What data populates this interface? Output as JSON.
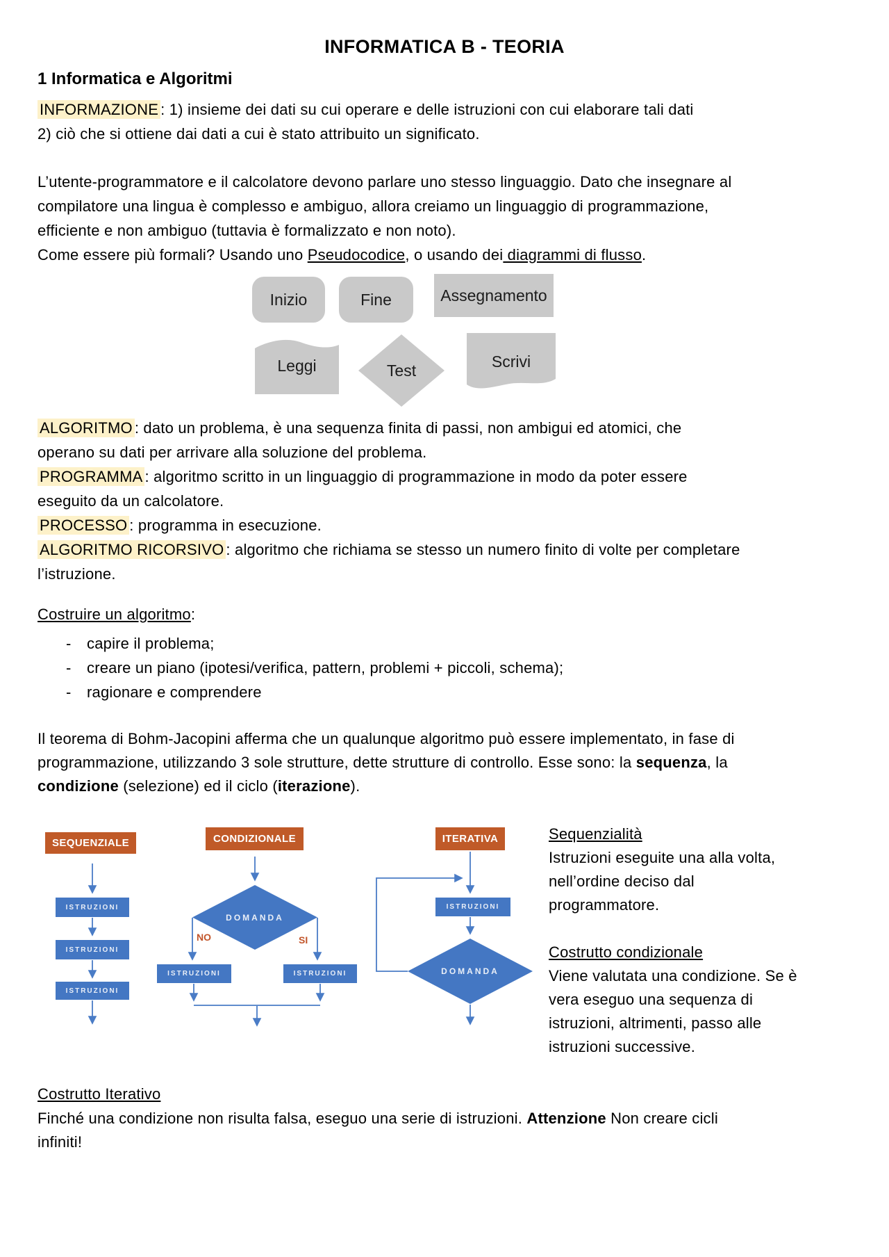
{
  "page": {
    "title": "INFORMATICA B - TEORIA",
    "section_heading": "1 Informatica e Algoritmi"
  },
  "colors": {
    "highlight": "#fdf1c9",
    "diagram_orange": "#c05a28",
    "diagram_blue": "#4477c3",
    "arrow_blue": "#4a7cc6",
    "symbol_gray": "#c9c9c9",
    "branch_label_orange": "#c2552a"
  },
  "informazione": {
    "term": "INFORMAZIONE",
    "def_part1": ": 1) insieme dei dati su cui operare e delle istruzioni con cui elaborare tali dati",
    "def_part2": "2) ciò che si ottiene dai dati a cui è stato attribuito un significato."
  },
  "language_paragraph": {
    "lines": [
      "L’utente-programmatore e il calcolatore devono parlare uno stesso linguaggio. Dato che insegnare al",
      "compilatore una lingua è complesso e ambiguo, allora creiamo un linguaggio di programmazione,",
      "efficiente e non ambiguo (tuttavia è formalizzato e non noto)."
    ],
    "question": {
      "pre": "Come essere più formali? Usando uno ",
      "underline1": "Pseudocodice",
      "mid": ", o usando dei",
      "underline2": " diagrammi di flusso",
      "post": "."
    }
  },
  "flow_symbols": {
    "inizio": "Inizio",
    "fine": "Fine",
    "assegnamento": "Assegnamento",
    "leggi": "Leggi",
    "test": "Test",
    "scrivi": "Scrivi"
  },
  "definitions": {
    "algoritmo": {
      "term": "ALGORITMO",
      "line1": ": dato un problema, è una sequenza finita di passi, non ambigui ed atomici, che",
      "line2": "operano su dati per arrivare alla soluzione del problema."
    },
    "programma": {
      "term": "PROGRAMMA",
      "line1": ": algoritmo scritto in un linguaggio di programmazione in modo da poter essere",
      "line2": "eseguito da un calcolatore."
    },
    "processo": {
      "term": "PROCESSO",
      "line1": ": programma in esecuzione."
    },
    "algoritmo_ricorsivo": {
      "term": "ALGORITMO RICORSIVO",
      "line1": ": algoritmo che richiama se stesso un numero finito di volte per completare",
      "line2": "l’istruzione."
    }
  },
  "costruire": {
    "heading": "Costruire un algoritmo",
    "heading_suffix": ":",
    "bullet": "-",
    "items": [
      "capire il problema;",
      "creare un piano (ipotesi/verifica, pattern, problemi + piccoli, schema);",
      "ragionare e comprendere"
    ]
  },
  "bohm_paragraph": {
    "line1": "Il teorema di Bohm-Jacopini afferma che un qualunque algoritmo può essere implementato, in fase di",
    "line2_pre": "programmazione, utilizzando 3 sole strutture, dette strutture di controllo. Esse sono: la ",
    "line2_bold": "sequenza",
    "line2_post": ", la",
    "line3_bold1": "condizione",
    "line3_mid": " (selezione) ed il ciclo (",
    "line3_bold2": "iterazione",
    "line3_post": ")."
  },
  "control_structures": {
    "sequential": {
      "header": "SEQUENZIALE",
      "boxes": [
        "ISTRUZIONI",
        "ISTRUZIONI",
        "ISTRUZIONI"
      ]
    },
    "conditional": {
      "header": "CONDIZIONALE",
      "diamond": "DOMANDA",
      "label_no": "NO",
      "label_si": "SI",
      "box_left": "ISTRUZIONI",
      "box_right": "ISTRUZIONI"
    },
    "iterative": {
      "header": "ITERATIVA",
      "box": "ISTRUZIONI",
      "diamond": "DOMANDA"
    }
  },
  "side_notes": {
    "sequential": {
      "heading": "Sequenzialità",
      "lines": [
        "Istruzioni eseguite una alla volta,",
        "nell’ordine deciso dal",
        "programmatore."
      ]
    },
    "conditional": {
      "heading": "Costrutto condizionale",
      "lines": [
        "Viene valutata una condizione. Se è",
        "vera eseguo una sequenza di",
        "istruzioni, altrimenti, passo alle",
        "istruzioni successive."
      ]
    }
  },
  "iterative_section": {
    "heading": "Costrutto Iterativo",
    "line1_pre": "Finché una condizione non risulta falsa, eseguo una serie di istruzioni. ",
    "line1_bold": "Attenzione",
    "line1_post": " Non creare cicli",
    "line2": "infiniti!"
  }
}
